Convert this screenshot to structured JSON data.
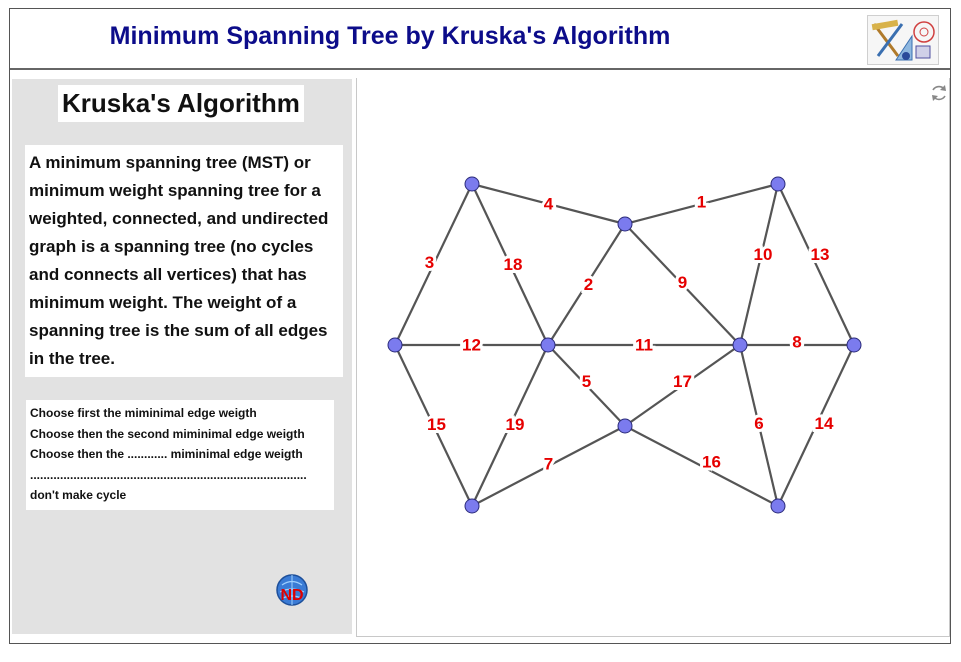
{
  "header": {
    "title": "Minimum Spanning Tree by Kruska's Algorithm",
    "logo_icon": "geometry-tools-icon"
  },
  "left_panel": {
    "heading": "Kruska's Algorithm",
    "description": "A minimum spanning tree (MST) or minimum weight spanning tree for a weighted, connected, and undirected graph is a spanning tree (no cycles and connects all vertices) that has minimum weight. The weight of a spanning tree is the sum of all edges in the tree.",
    "instructions": [
      "Choose first the miminimal edge weigth",
      "Choose then  the second miminimal edge weigth",
      "Choose then  the ............ miminimal edge weigth",
      "...................................................................................",
      "don't make cycle"
    ],
    "nd_logo_text": "ND"
  },
  "graph": {
    "reset_icon": "refresh-icon",
    "vertex_color": "#7b7bee",
    "edge_color": "#555555",
    "label_color": "#e60000",
    "vertices": [
      "V1",
      "V2",
      "V3",
      "V4",
      "V5",
      "V6",
      "V7",
      "V8",
      "V9",
      "V10"
    ],
    "edges": [
      {
        "from": "V1",
        "to": "V2",
        "weight": "4"
      },
      {
        "from": "V2",
        "to": "V3",
        "weight": "1"
      },
      {
        "from": "V1",
        "to": "V4",
        "weight": "3"
      },
      {
        "from": "V1",
        "to": "V5",
        "weight": "18"
      },
      {
        "from": "V2",
        "to": "V5",
        "weight": "2"
      },
      {
        "from": "V2",
        "to": "V6",
        "weight": "9"
      },
      {
        "from": "V3",
        "to": "V6",
        "weight": "10"
      },
      {
        "from": "V3",
        "to": "V7",
        "weight": "13"
      },
      {
        "from": "V4",
        "to": "V5",
        "weight": "12"
      },
      {
        "from": "V5",
        "to": "V6",
        "weight": "11"
      },
      {
        "from": "V6",
        "to": "V7",
        "weight": "8"
      },
      {
        "from": "V5",
        "to": "V8",
        "weight": "5"
      },
      {
        "from": "V6",
        "to": "V8",
        "weight": "17"
      },
      {
        "from": "V4",
        "to": "V9",
        "weight": "15"
      },
      {
        "from": "V5",
        "to": "V9",
        "weight": "19"
      },
      {
        "from": "V6",
        "to": "V10",
        "weight": "6"
      },
      {
        "from": "V7",
        "to": "V10",
        "weight": "14"
      },
      {
        "from": "V8",
        "to": "V9",
        "weight": "7"
      },
      {
        "from": "V8",
        "to": "V10",
        "weight": "16"
      }
    ]
  }
}
